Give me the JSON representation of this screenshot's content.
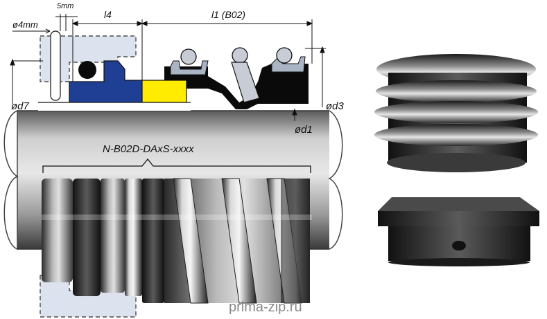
{
  "drawing": {
    "dim_shaft_hole": "ø4mm",
    "dim_slot": "5mm",
    "dim_l4": "l4",
    "dim_l1": "l1 (B02)",
    "dim_d7": "ød7",
    "dim_d3": "ød3",
    "dim_d1": "ød1",
    "model_code": "N-B02D-DAxS-xxxx"
  },
  "colors": {
    "seat_blue": "#1f3f95",
    "seal_face_yellow": "#ffec00",
    "elastomer_black": "#0a0a0a",
    "spring_grey": "#a9b4c4",
    "gland_dashed": "#dde3ee"
  },
  "watermark": "prima-zip.ru"
}
